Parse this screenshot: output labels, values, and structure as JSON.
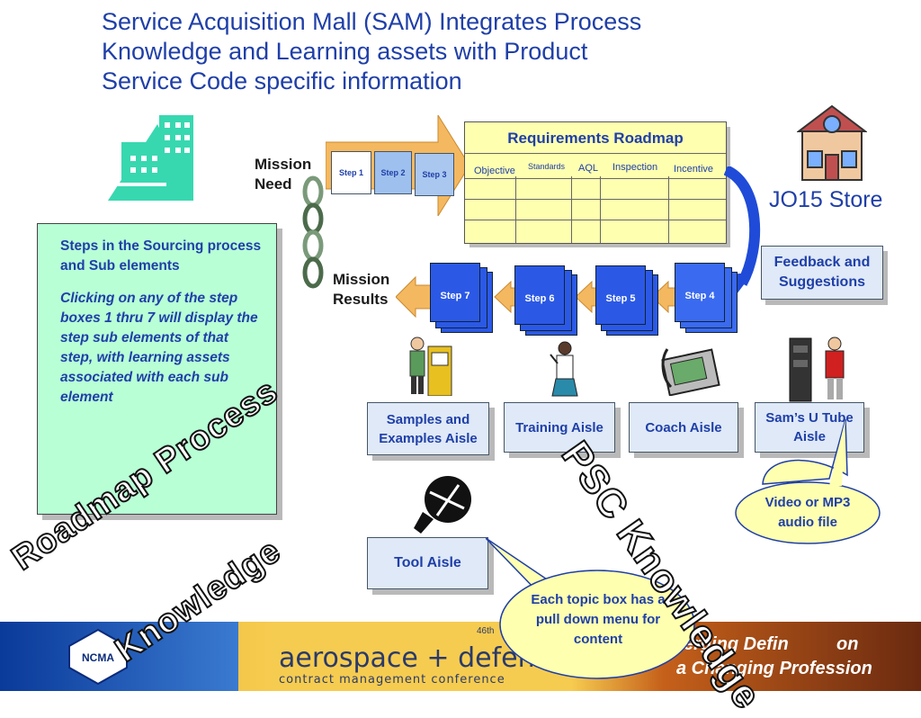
{
  "title": {
    "line1": "Service Acquisition Mall (SAM) Integrates Process",
    "line2": "Knowledge and Learning assets with Product",
    "line3": "Service Code specific information"
  },
  "mission_need": {
    "line1": "Mission",
    "line2": "Need"
  },
  "mission_results": {
    "line1": "Mission",
    "line2": "Results"
  },
  "top_steps": [
    "Step 1",
    "Step 2",
    "Step 3"
  ],
  "roadmap": {
    "title": "Requirements Roadmap",
    "columns": [
      "Objective",
      "Standards",
      "AQL",
      "Inspection",
      "Incentive"
    ]
  },
  "store": {
    "label": "JO15 Store"
  },
  "feedback": {
    "label": "Feedback and Suggestions"
  },
  "bottom_steps": [
    "Step 7",
    "Step 6",
    "Step 5",
    "Step 4"
  ],
  "steps_panel": {
    "para1": "Steps in the Sourcing process and  Sub elements",
    "para2": "Clicking on any of the step boxes 1 thru 7 will display the  step sub elements of that step, with learning assets associated with each sub element"
  },
  "aisles": {
    "samples": "Samples and Examples Aisle",
    "training": "Training Aisle",
    "coach": "Coach Aisle",
    "utube": "Sam’s U Tube Aisle",
    "tool": "Tool Aisle"
  },
  "callouts": {
    "video": "Video or MP3 audio file",
    "topic": "Each topic box has a pull down menu for content"
  },
  "overlay_words": {
    "roadmap": "Roadmap Process",
    "knowledge_left": "Knowledge",
    "psc": "PSC Knowledge"
  },
  "footer": {
    "logo": "NCMA",
    "conference_line1": "aerospace + defense",
    "conference_line2": "contract management conference",
    "tag1": "erging Defin",
    "tag2": "a Changing Profession",
    "tag_on": "on",
    "edition": "46th"
  },
  "colors": {
    "accent_blue": "#1f3fa8",
    "panel_green": "#b8ffd6",
    "roadmap_yellow": "#ffffb0",
    "arrow_orange": "#f4b860",
    "step_blue": "#2b59e6"
  }
}
